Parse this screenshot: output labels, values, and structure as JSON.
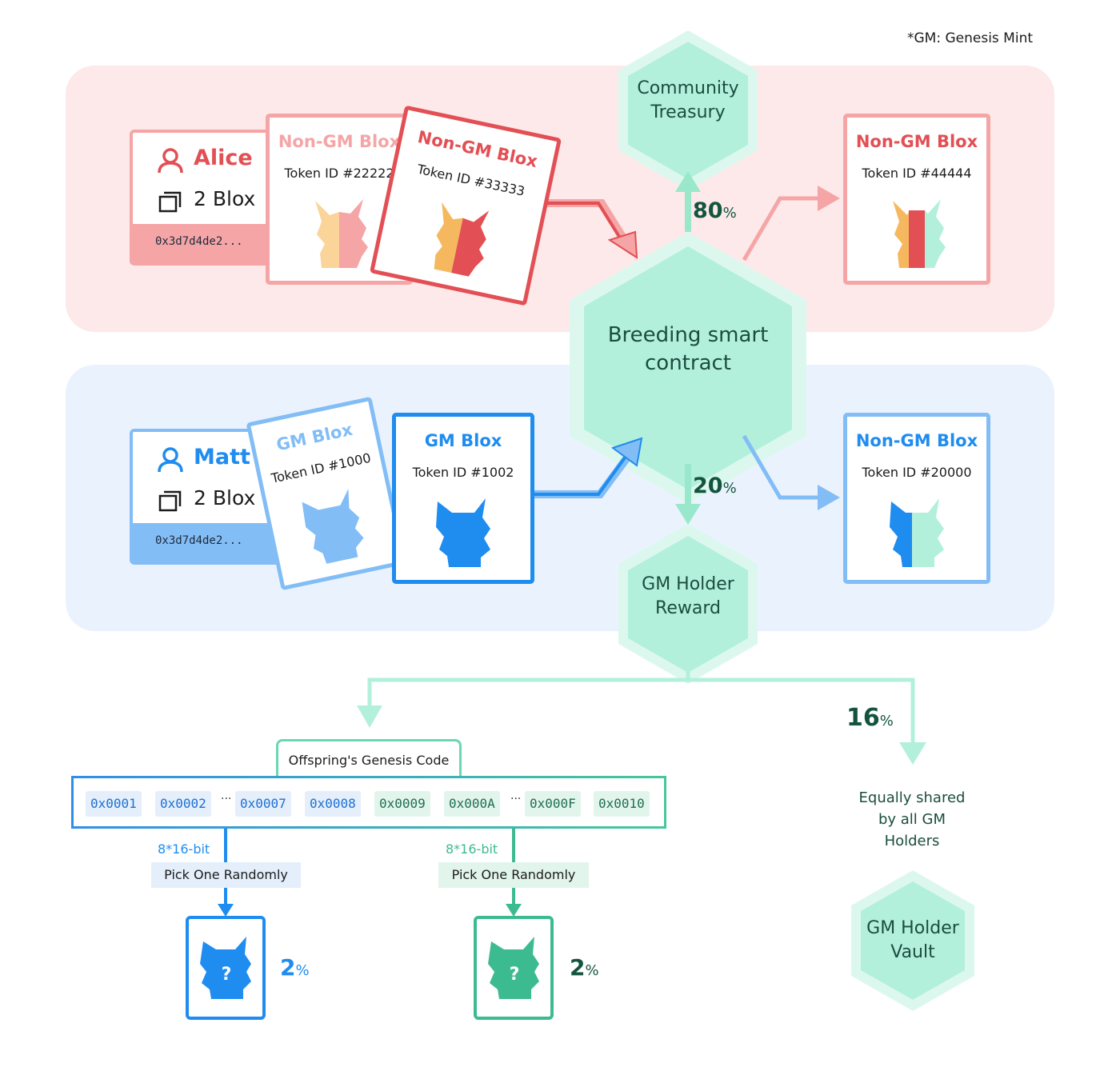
{
  "footnote": "*GM: Genesis Mint",
  "alice": {
    "name": "Alice",
    "blox_count": "2 Blox",
    "address": "0x3d7d4de2...",
    "token_a": {
      "title": "Non-GM Blox",
      "id": "Token ID #22222"
    },
    "token_b": {
      "title": "Non-GM Blox",
      "id": "Token ID #33333"
    },
    "offspring": {
      "title": "Non-GM Blox",
      "id": "Token ID #44444"
    }
  },
  "matt": {
    "name": "Matt",
    "blox_count": "2 Blox",
    "address": "0x3d7d4de2...",
    "token_a": {
      "title": "GM Blox",
      "id": "Token ID #1000"
    },
    "token_b": {
      "title": "GM Blox",
      "id": "Token ID #1002"
    },
    "offspring": {
      "title": "Non-GM Blox",
      "id": "Token ID #20000"
    }
  },
  "hexes": {
    "treasury": [
      "Community",
      "Treasury"
    ],
    "breeding": [
      "Breeding smart",
      "contract"
    ],
    "reward": [
      "GM Holder",
      "Reward"
    ],
    "vault": [
      "GM Holder",
      "Vault"
    ]
  },
  "percentages": {
    "treasury": {
      "value": "80",
      "unit": "%"
    },
    "reward": {
      "value": "20",
      "unit": "%"
    },
    "holders": {
      "value": "16",
      "unit": "%"
    },
    "pick_blue": {
      "value": "2",
      "unit": "%"
    },
    "pick_green": {
      "value": "2",
      "unit": "%"
    }
  },
  "genesis_code": {
    "label": "Offspring's Genesis Code",
    "blue_codes": [
      "0x0001",
      "0x0002",
      "0x0007",
      "0x0008"
    ],
    "green_codes": [
      "0x0009",
      "0x000A",
      "0x000F",
      "0x0010"
    ],
    "ellipsis": "···"
  },
  "pick": {
    "blue_bits": "8*16-bit",
    "green_bits": "8*16-bit",
    "label_blue": "Pick One Randomly",
    "label_green": "Pick One Randomly",
    "mystery_glyph": "?"
  },
  "shared": [
    "Equally shared",
    "by all GM",
    "Holders"
  ],
  "colors": {
    "red_lane": "#fde9e9",
    "blue_lane": "#eaf3fd",
    "red": "#e24f54",
    "red_light": "#f5a5a6",
    "blue": "#1f8cf0",
    "blue_light": "#82bdf6",
    "green": "#3dbb90",
    "mint": "#b3f0dc",
    "mint_light": "#dcf8ee"
  }
}
